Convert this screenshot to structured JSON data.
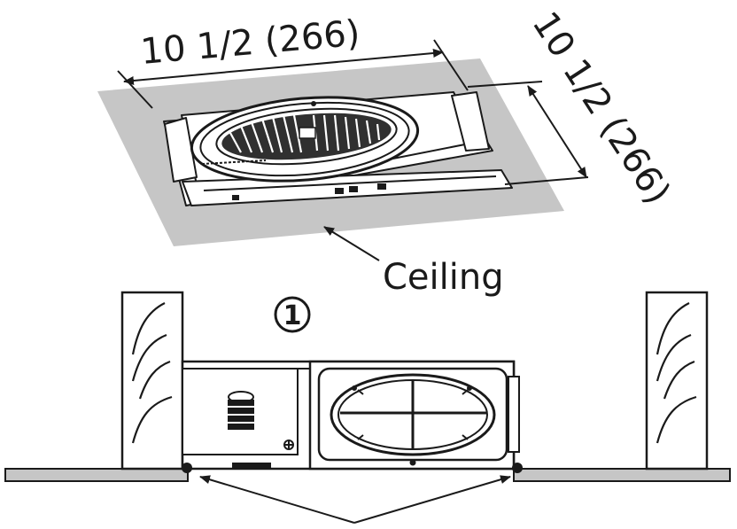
{
  "dimensions": {
    "width_label": "10  1/2  (266)",
    "depth_label": "10  1/2  (266)"
  },
  "labels": {
    "ceiling": "Ceiling",
    "step_number": "1"
  },
  "colors": {
    "ceiling_fill": "#c6c6c6",
    "line": "#1a1a1a",
    "background": "#ffffff"
  }
}
